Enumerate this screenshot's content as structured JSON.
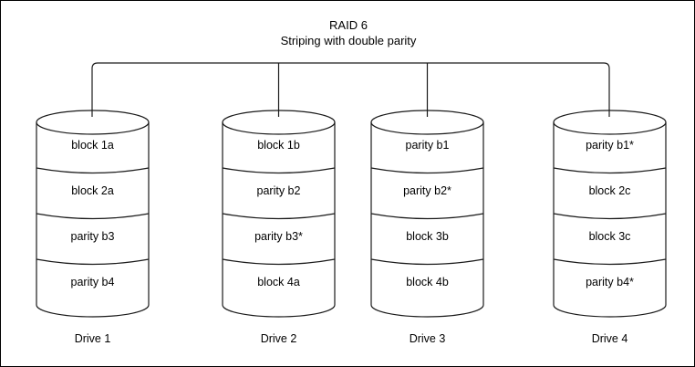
{
  "diagram": {
    "title_line1": "RAID 6",
    "title_line2": "Striping with double parity",
    "stroke_color": "#1a1a1a",
    "background_color": "#ffffff",
    "border_color": "#000000"
  },
  "drives": [
    {
      "label": "Drive 1",
      "cells": [
        "block 1a",
        "block 2a",
        "parity b3",
        "parity b4"
      ]
    },
    {
      "label": "Drive 2",
      "cells": [
        "block 1b",
        "parity b2",
        "parity b3*",
        "block 4a"
      ]
    },
    {
      "label": "Drive 3",
      "cells": [
        "parity b1",
        "parity b2*",
        "block 3b",
        "block 4b"
      ]
    },
    {
      "label": "Drive 4",
      "cells": [
        "parity b1*",
        "block 2c",
        "block 3c",
        "parity b4*"
      ]
    }
  ]
}
